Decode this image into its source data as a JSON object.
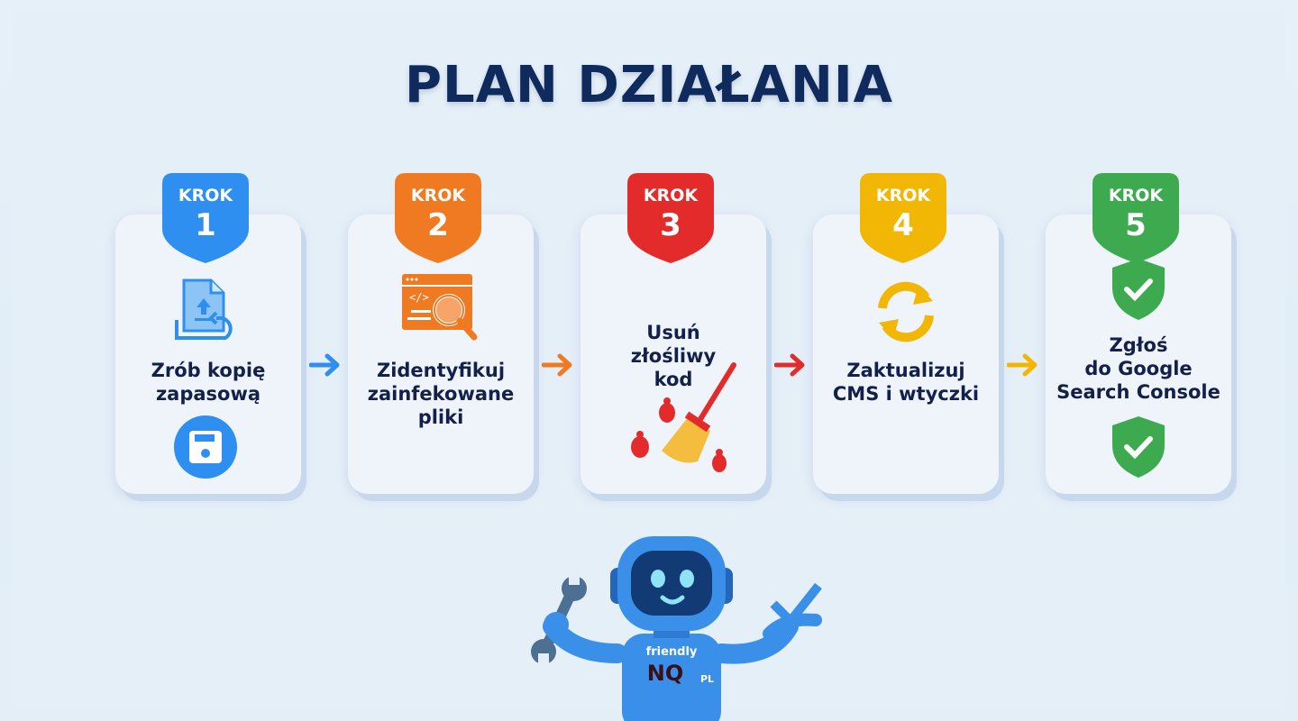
{
  "title": "PLAN DZIAŁANIA",
  "steps": [
    {
      "krok": "KROK",
      "number": "1",
      "label_lines": [
        "Zrób kopię",
        "zapasową"
      ],
      "color": "#2e8ff0",
      "icon_top": "file-restore-icon",
      "icon_bottom": "floppy-disk-icon"
    },
    {
      "krok": "KROK",
      "number": "2",
      "label_lines": [
        "Zidentyfikuj",
        "zainfekowane",
        "pliki"
      ],
      "color": "#f07a22",
      "icon_top": "code-search-icon"
    },
    {
      "krok": "KROK",
      "number": "3",
      "label_lines": [
        "Usuń",
        "złośliwy",
        "kod"
      ],
      "color": "#e32b2b",
      "icon_bottom": "broom-bugs-icon"
    },
    {
      "krok": "KROK",
      "number": "4",
      "label_lines": [
        "Zaktualizuj",
        "CMS i wtyczki"
      ],
      "color": "#f2b705",
      "icon_top": "refresh-icon"
    },
    {
      "krok": "KROK",
      "number": "5",
      "label_lines": [
        "Zgłoś",
        "do Google",
        "Search Console"
      ],
      "color": "#3daa4f",
      "icon_top": "shield-check-icon",
      "icon_bottom": "shield-check-icon"
    }
  ],
  "mascot": {
    "brand_top": "friendly",
    "brand_main": "NQ",
    "brand_suffix": "PL"
  }
}
